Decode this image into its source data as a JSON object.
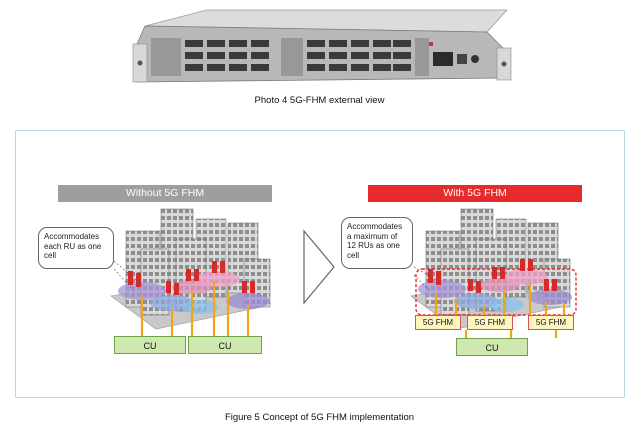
{
  "photo": {
    "caption": "Photo 4   5G-FHM external view"
  },
  "figure": {
    "caption": "Figure 5   Concept of 5G FHM implementation",
    "left_panel": {
      "banner": "Without 5G FHM",
      "callout": "Accommodates each RU as one cell",
      "cu_labels": [
        "CU",
        "CU"
      ]
    },
    "right_panel": {
      "banner": "With 5G FHM",
      "callout": "Accommodates a maximum of 12 RUs as one cell",
      "fhm_labels": [
        "5G FHM",
        "5G FHM",
        "5G FHM"
      ],
      "cu_label": "CU"
    }
  },
  "colors": {
    "banner_gray": "#9e9e9e",
    "banner_red": "#e52b2b",
    "cu_green": "#cfe8b0",
    "fhm_yellow": "#fff6bf",
    "link_orange": "#f2a51a"
  }
}
